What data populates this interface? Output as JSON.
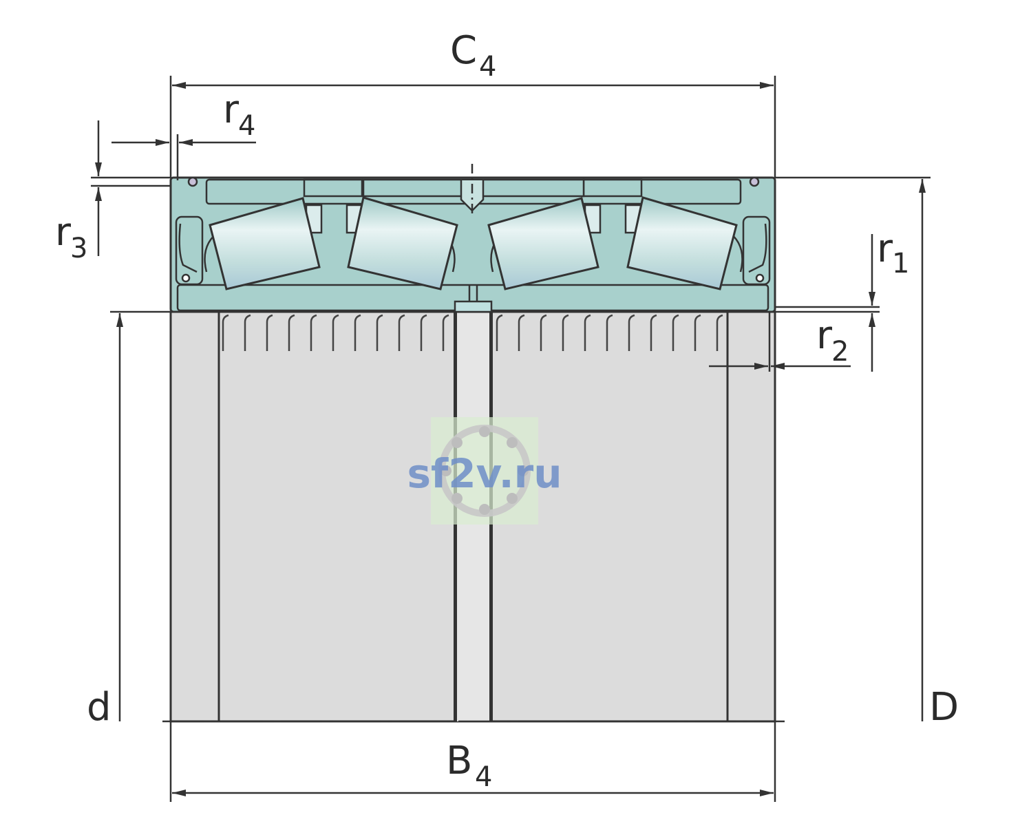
{
  "dimensions": {
    "C4": {
      "main": "C",
      "sub": "4"
    },
    "B4": {
      "main": "B",
      "sub": "4"
    },
    "r1": {
      "main": "r",
      "sub": "1"
    },
    "r2": {
      "main": "r",
      "sub": "2"
    },
    "r3": {
      "main": "r",
      "sub": "3"
    },
    "r4": {
      "main": "r",
      "sub": "4"
    },
    "d": {
      "main": "d"
    },
    "D": {
      "main": "D"
    }
  },
  "watermark": {
    "text": "sf2v.ru"
  },
  "colors": {
    "line": "#333333",
    "outer_ring": "#a8d0cc",
    "roller": "#b8d8d8",
    "inner_ring": "#dcdcdc",
    "watermark": "#6f8fc8"
  }
}
